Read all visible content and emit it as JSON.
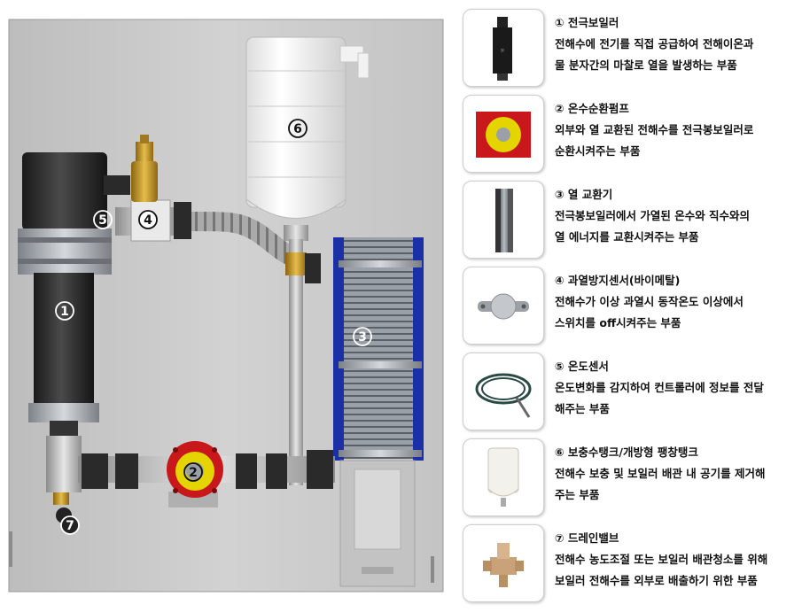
{
  "callouts": [
    "①",
    "②",
    "③",
    "④",
    "⑤",
    "⑥",
    "⑦"
  ],
  "parts": [
    {
      "title": "① 전극보일러",
      "lines": [
        "전해수에 전기를 직접 공급하여 전해이온과",
        "물 분자간의 마찰로 열을 발생하는 부품"
      ],
      "icon": "electrode-boiler-icon"
    },
    {
      "title": "② 온수순환펌프",
      "lines": [
        "외부와 열 교환된 전해수를 전극봉보일러로",
        "순환시켜주는 부품"
      ],
      "icon": "circulation-pump-icon"
    },
    {
      "title": "③ 열 교환기",
      "lines": [
        "전극봉보일러에서 가열된 온수와 직수와의",
        "열 에너지를 교환시켜주는 부품"
      ],
      "icon": "heat-exchanger-icon"
    },
    {
      "title": "④ 과열방지센서(바이메탈)",
      "lines": [
        "전해수가 이상 과열시 동작온도 이상에서",
        "스위치를 off시켜주는 부품"
      ],
      "icon": "bimetal-sensor-icon"
    },
    {
      "title": "⑤ 온도센서",
      "lines": [
        "온도변화를 감지하여 컨트롤러에 정보를 전달",
        "해주는 부품"
      ],
      "icon": "temperature-sensor-icon"
    },
    {
      "title": "⑥ 보충수탱크/개방형 팽창탱크",
      "lines": [
        "전해수 보충 및 보일러 배관 내 공기를 제거해",
        "주는 부품"
      ],
      "icon": "expansion-tank-icon"
    },
    {
      "title": "⑦ 드레인밸브",
      "lines": [
        "전해수 농도조절 또는 보일러 배관청소를 위해",
        "보일러 전해수를 외부로 배출하기 위한 부품"
      ],
      "icon": "drain-valve-icon"
    }
  ]
}
